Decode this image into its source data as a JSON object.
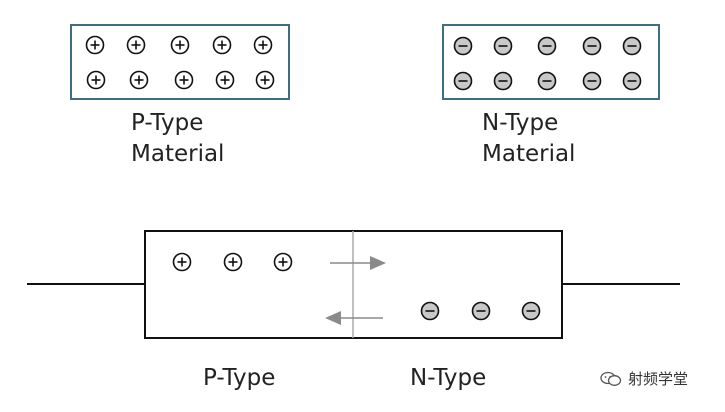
{
  "p_material": {
    "line1": "P-Type",
    "line2": "Material"
  },
  "n_material": {
    "line1": "N-Type",
    "line2": "Material"
  },
  "junction": {
    "p_label": "P-Type",
    "n_label": "N-Type"
  },
  "watermark": {
    "text": "射频学堂",
    "icon": "wechat-icon"
  },
  "colors": {
    "outline": "#3f6f7f",
    "neg_fill": "#c8c8c8",
    "arrow": "#8a8a8a",
    "wire": "#111111"
  }
}
